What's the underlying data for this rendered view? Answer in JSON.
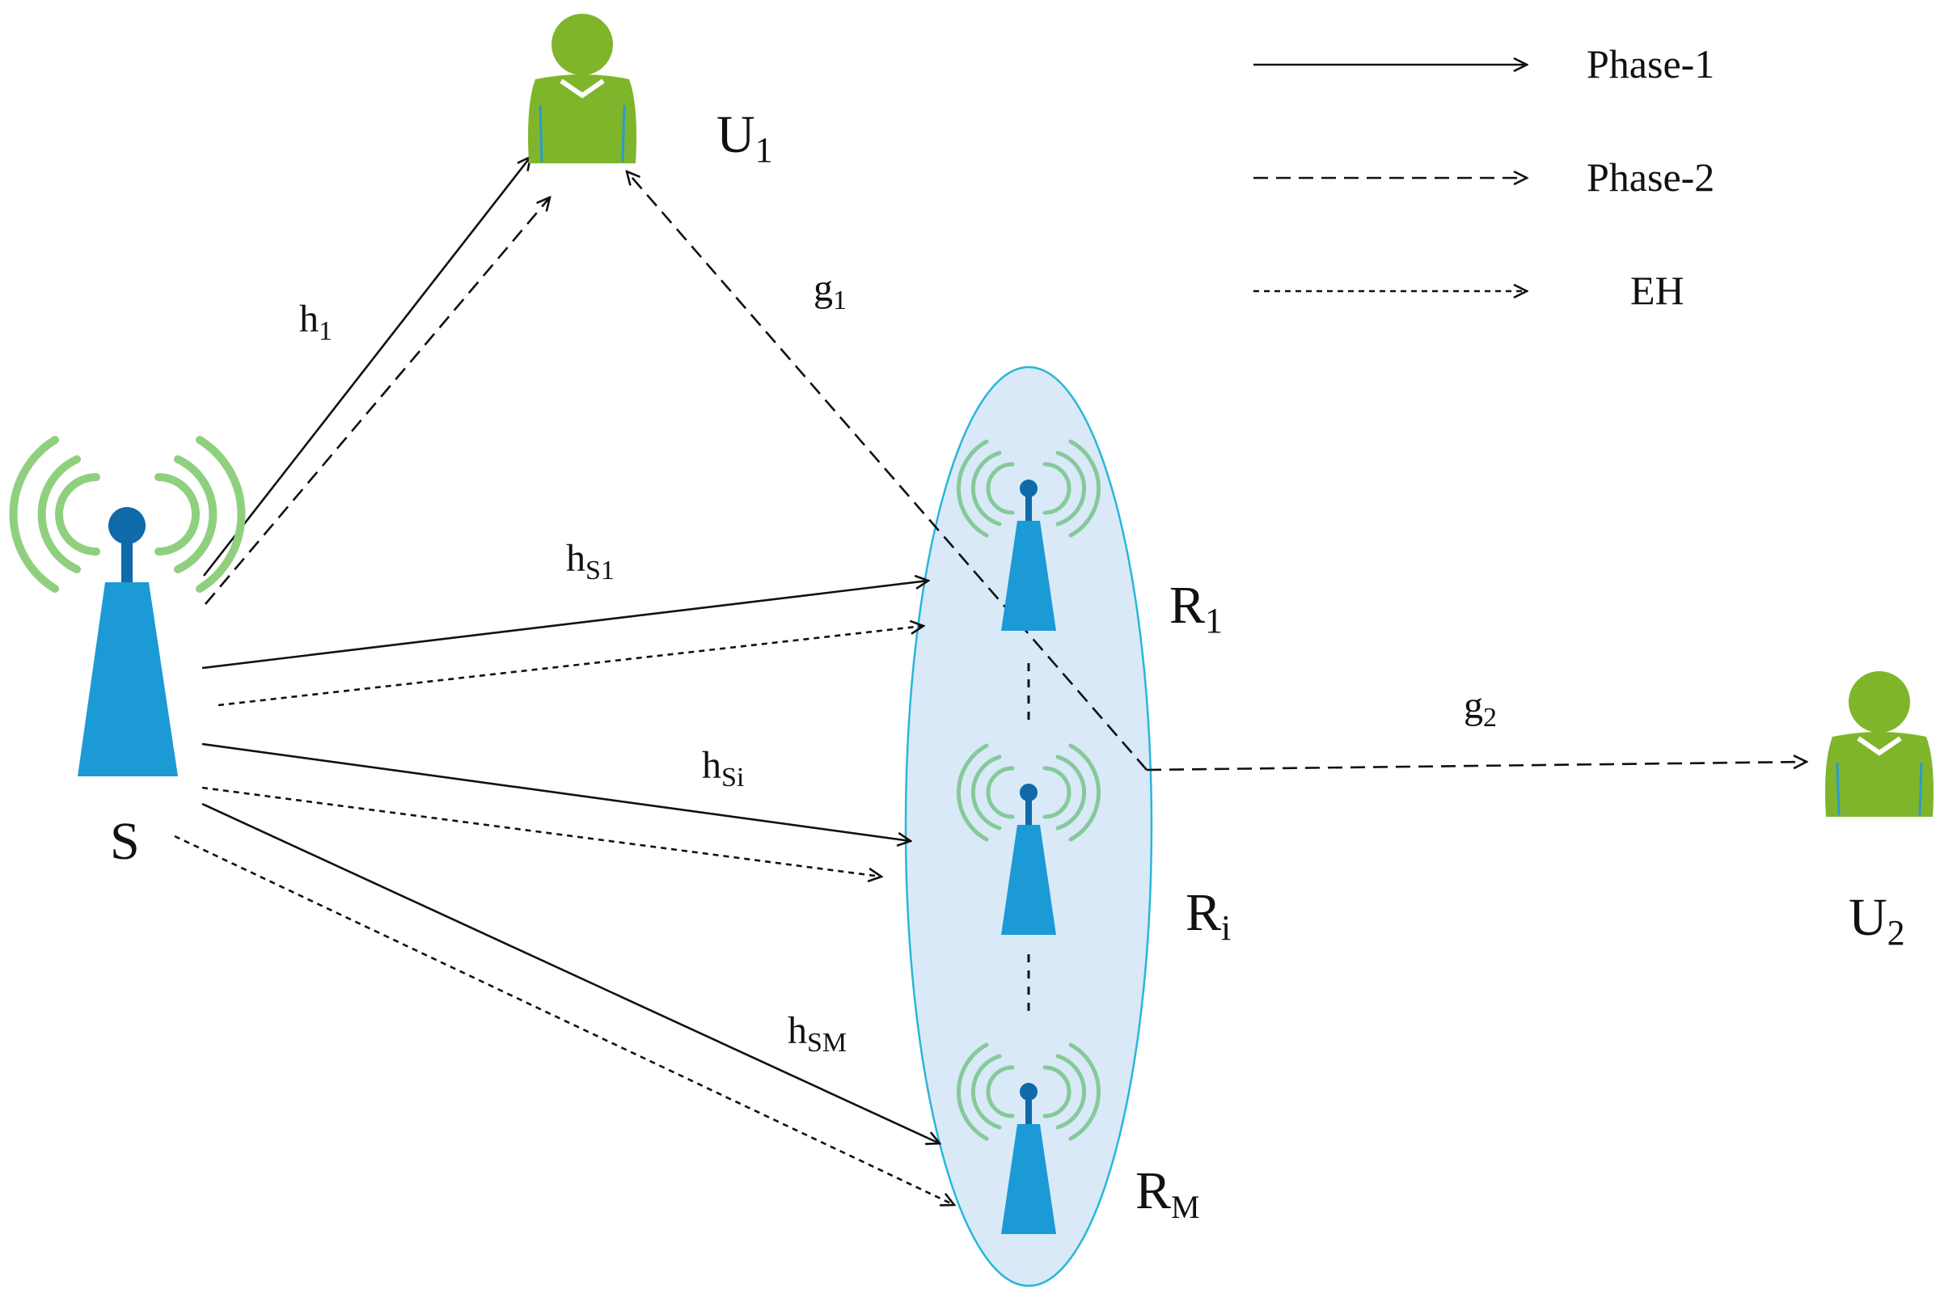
{
  "legend": {
    "phase1_label": "Phase-1",
    "phase2_label": "Phase-2",
    "eh_label": "EH"
  },
  "nodes": {
    "source": {
      "label": "S"
    },
    "user1": {
      "base": "U",
      "sub": "1"
    },
    "user2": {
      "base": "U",
      "sub": "2"
    },
    "relay1": {
      "base": "R",
      "sub": "1"
    },
    "relay_i": {
      "base": "R",
      "sub": "i"
    },
    "relay_m": {
      "base": "R",
      "sub": "M"
    }
  },
  "channels": {
    "h1": {
      "base": "h",
      "sub": "1"
    },
    "g1": {
      "base": "g",
      "sub": "1"
    },
    "g2": {
      "base": "g",
      "sub": "2"
    },
    "hS1": {
      "base": "h",
      "sub": "S1"
    },
    "hSi": {
      "base": "h",
      "sub": "Si"
    },
    "hSM": {
      "base": "h",
      "sub": "SM"
    }
  },
  "colors": {
    "tower": "#1b9ad6",
    "tower_dark": "#0e6aa8",
    "waves_source": "#8fd07f",
    "waves_relay": "#86c99a",
    "user": "#7fb52b",
    "user_shadow": "#5d8f1c",
    "relay_cluster_fill": "#d9e9f7",
    "relay_cluster_stroke": "#29b6d9",
    "line": "#111111"
  }
}
